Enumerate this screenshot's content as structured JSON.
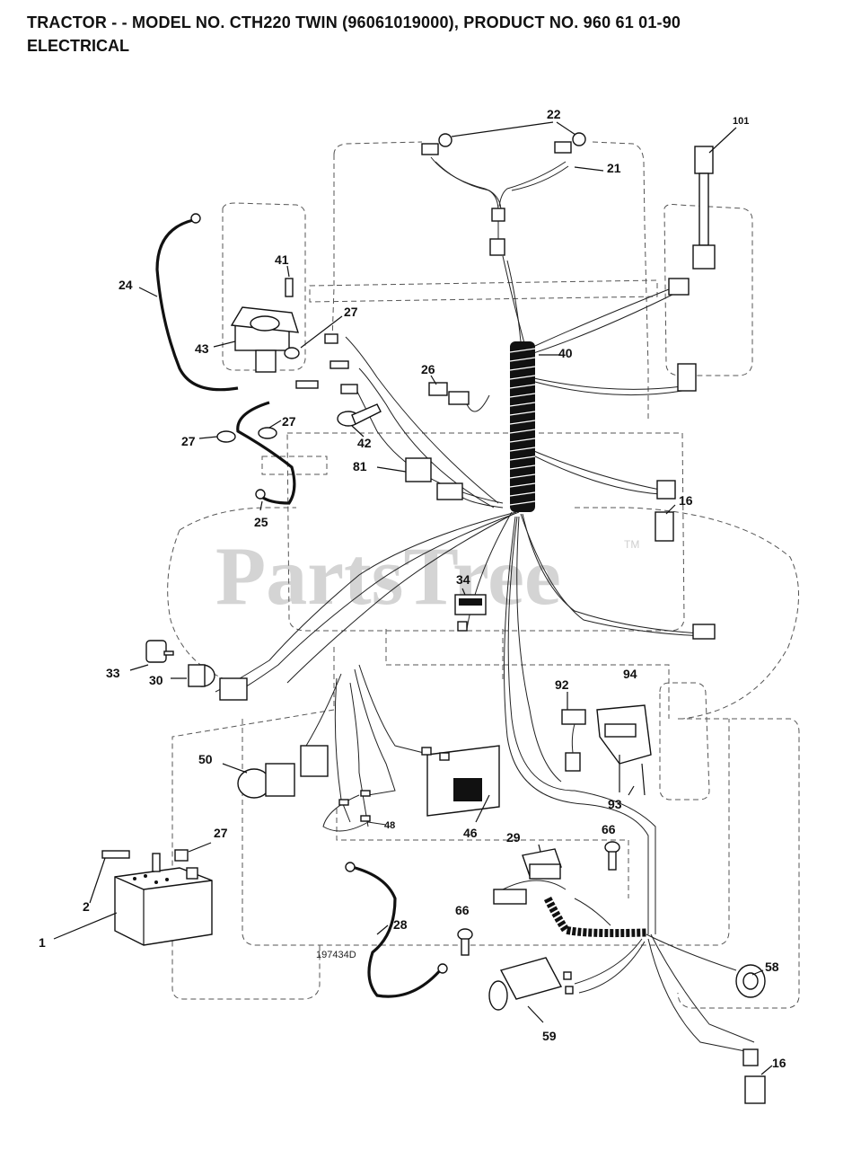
{
  "header": {
    "title": "TRACTOR - - MODEL NO. CTH220 TWIN  (96061019000), PRODUCT NO. 960 61 01-90",
    "subtitle": "ELECTRICAL"
  },
  "watermark": {
    "text": "PartsTree",
    "tm": "TM"
  },
  "drawing_ref": "197434D",
  "callouts": {
    "c1": "1",
    "c2": "2",
    "c16a": "16",
    "c16b": "16",
    "c21": "21",
    "c22": "22",
    "c24": "24",
    "c25": "25",
    "c26": "26",
    "c27a": "27",
    "c27b": "27",
    "c27c": "27",
    "c27d": "27",
    "c28": "28",
    "c29": "29",
    "c30": "30",
    "c33": "33",
    "c34": "34",
    "c40": "40",
    "c41": "41",
    "c42": "42",
    "c43": "43",
    "c46": "46",
    "c48": "48",
    "c50": "50",
    "c58": "58",
    "c59": "59",
    "c66a": "66",
    "c66b": "66",
    "c81": "81",
    "c92": "92",
    "c93": "93",
    "c94": "94",
    "c101": "101"
  }
}
